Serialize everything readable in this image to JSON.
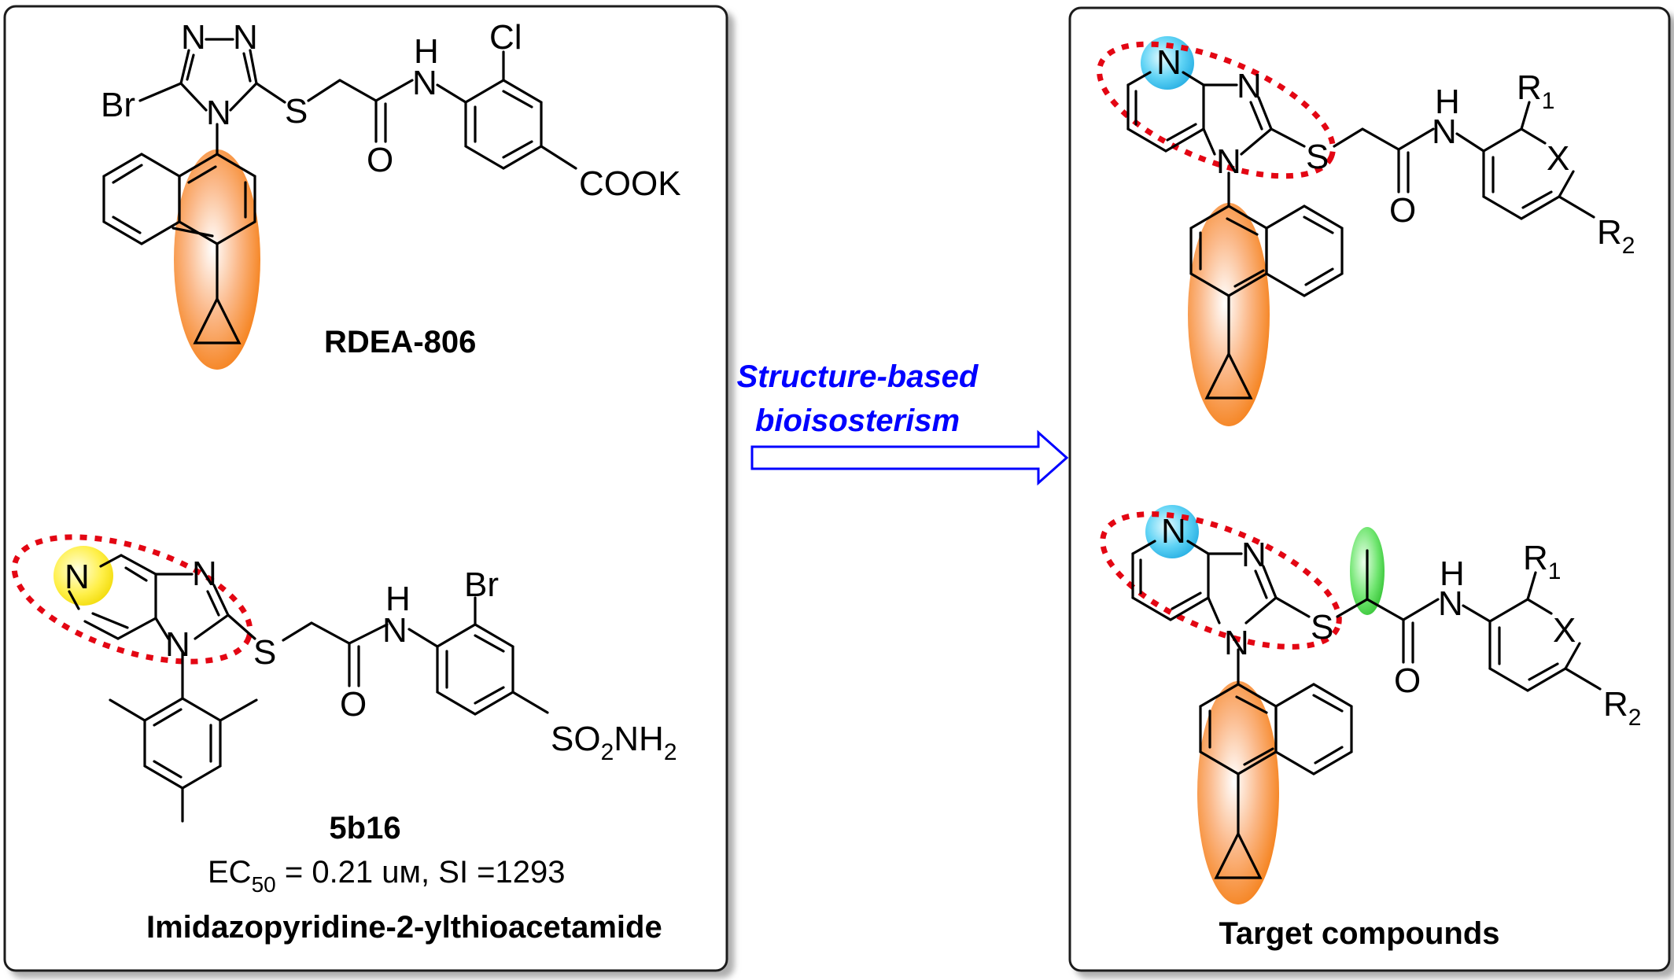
{
  "left_panel": {
    "compound_a": {
      "name": "RDEA-806",
      "atoms": [
        "N",
        "N",
        "N",
        "Br",
        "S",
        "H",
        "N",
        "O",
        "Cl",
        "COOK"
      ]
    },
    "compound_b": {
      "name": "5b16",
      "activity": {
        "ec_prefix": "EC",
        "ec_sub": "50",
        "ec_rest": " = 0.21 uм, SI =1293"
      },
      "class_name": "Imidazopyridine-2-ylthioacetamide",
      "atoms": [
        "N",
        "N",
        "N",
        "S",
        "H",
        "N",
        "O",
        "Br"
      ],
      "sulfonamide": {
        "p1": "SO",
        "s1": "2",
        "p2": "NH",
        "s2": "2"
      }
    }
  },
  "arrow": {
    "line1": "Structure-based",
    "line2": "bioisosterism",
    "color": "#0000ff"
  },
  "right_panel": {
    "caption": "Target compounds",
    "atoms": [
      "N",
      "N",
      "N",
      "S",
      "H",
      "N",
      "O",
      "X"
    ],
    "r1": {
      "p": "R",
      "s": "1"
    },
    "r2": {
      "p": "R",
      "s": "2"
    }
  },
  "colors": {
    "naphthyl_highlight": "#f57f17",
    "pyridine_n_top": "#29b6f6",
    "pyridine_n_left": "#ffee33",
    "methyl_highlight": "#4cd964",
    "scaffold_outline": "#e30613"
  }
}
